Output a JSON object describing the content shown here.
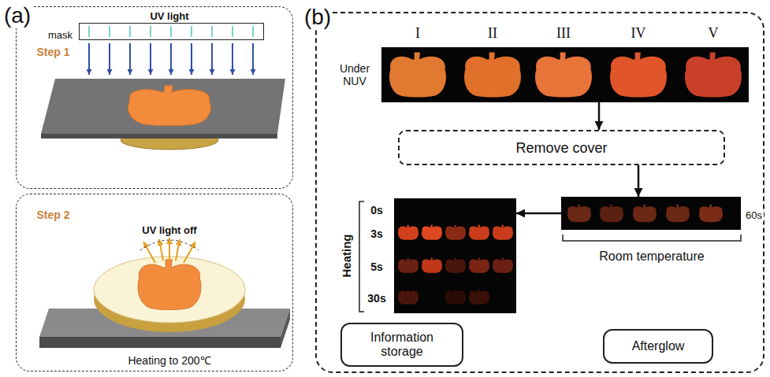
{
  "diagram": {
    "nodes": [
      {
        "text": [
          "Step 1"
        ]
      },
      {
        "text": [
          "mask"
        ],
        "in": 0
      },
      {
        "text": [
          "Step 2"
        ]
      },
      {
        "text": [
          "(b)"
        ]
      },
      {
        "text": [
          "Under NUV"
        ],
        "in": 3
      },
      {
        "text": [
          "Remove cover"
        ],
        "in": 3
      },
      {
        "text": [
          "60s"
        ],
        "in": 3
      },
      {
        "text": [
          "Heating"
        ],
        "in": 3
      },
      {
        "text": [
          "Information storage"
        ],
        "in": 3
      },
      {
        "text": [
          "Afterglow"
        ],
        "in": 3
      }
    ],
    "edges": [
      {
        "from": 4,
        "to": 5,
        "arrow": "to"
      },
      {
        "from": 5,
        "to": 6,
        "arrow": "to"
      },
      {
        "from": 6,
        "to": 7,
        "arrow": "to"
      }
    ],
    "labels": [
      "(a)",
      "UV light",
      "UV light off",
      "Heating to 200℃",
      "I",
      "II",
      "III",
      "IV",
      "V",
      "Room temperature",
      "0s",
      "3s",
      "5s",
      "30s"
    ]
  }
}
